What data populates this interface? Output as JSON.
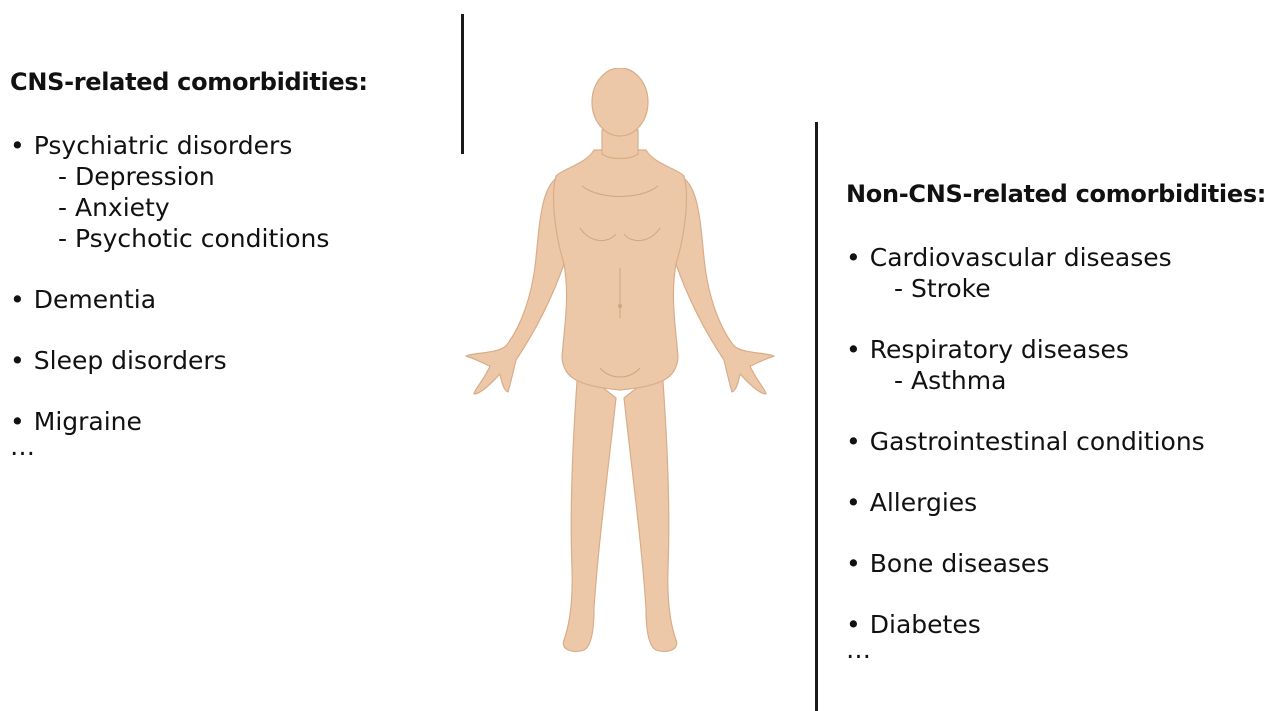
{
  "left": {
    "heading": "CNS-related comorbidities:",
    "items": [
      {
        "label": "Psychiatric disorders",
        "subs": [
          "Depression",
          "Anxiety",
          "Psychotic conditions"
        ]
      },
      {
        "label": "Dementia",
        "subs": []
      },
      {
        "label": "Sleep disorders",
        "subs": []
      },
      {
        "label": "Migraine",
        "subs": []
      }
    ],
    "ellipsis": "…"
  },
  "right": {
    "heading": "Non-CNS-related comorbidities:",
    "items": [
      {
        "label": "Cardiovascular diseases",
        "subs": [
          "Stroke"
        ]
      },
      {
        "label": "Respiratory diseases",
        "subs": [
          "Asthma"
        ]
      },
      {
        "label": "Gastrointestinal conditions",
        "subs": []
      },
      {
        "label": "Allergies",
        "subs": []
      },
      {
        "label": "Bone diseases",
        "subs": []
      },
      {
        "label": "Diabetes",
        "subs": []
      }
    ],
    "ellipsis": "…"
  },
  "figure": {
    "icon": "human-body-icon",
    "skin_color": "#ecc8a8",
    "shade_color": "#ddb38f"
  },
  "colors": {
    "divider": "#1a1a1a",
    "text": "#111111"
  }
}
